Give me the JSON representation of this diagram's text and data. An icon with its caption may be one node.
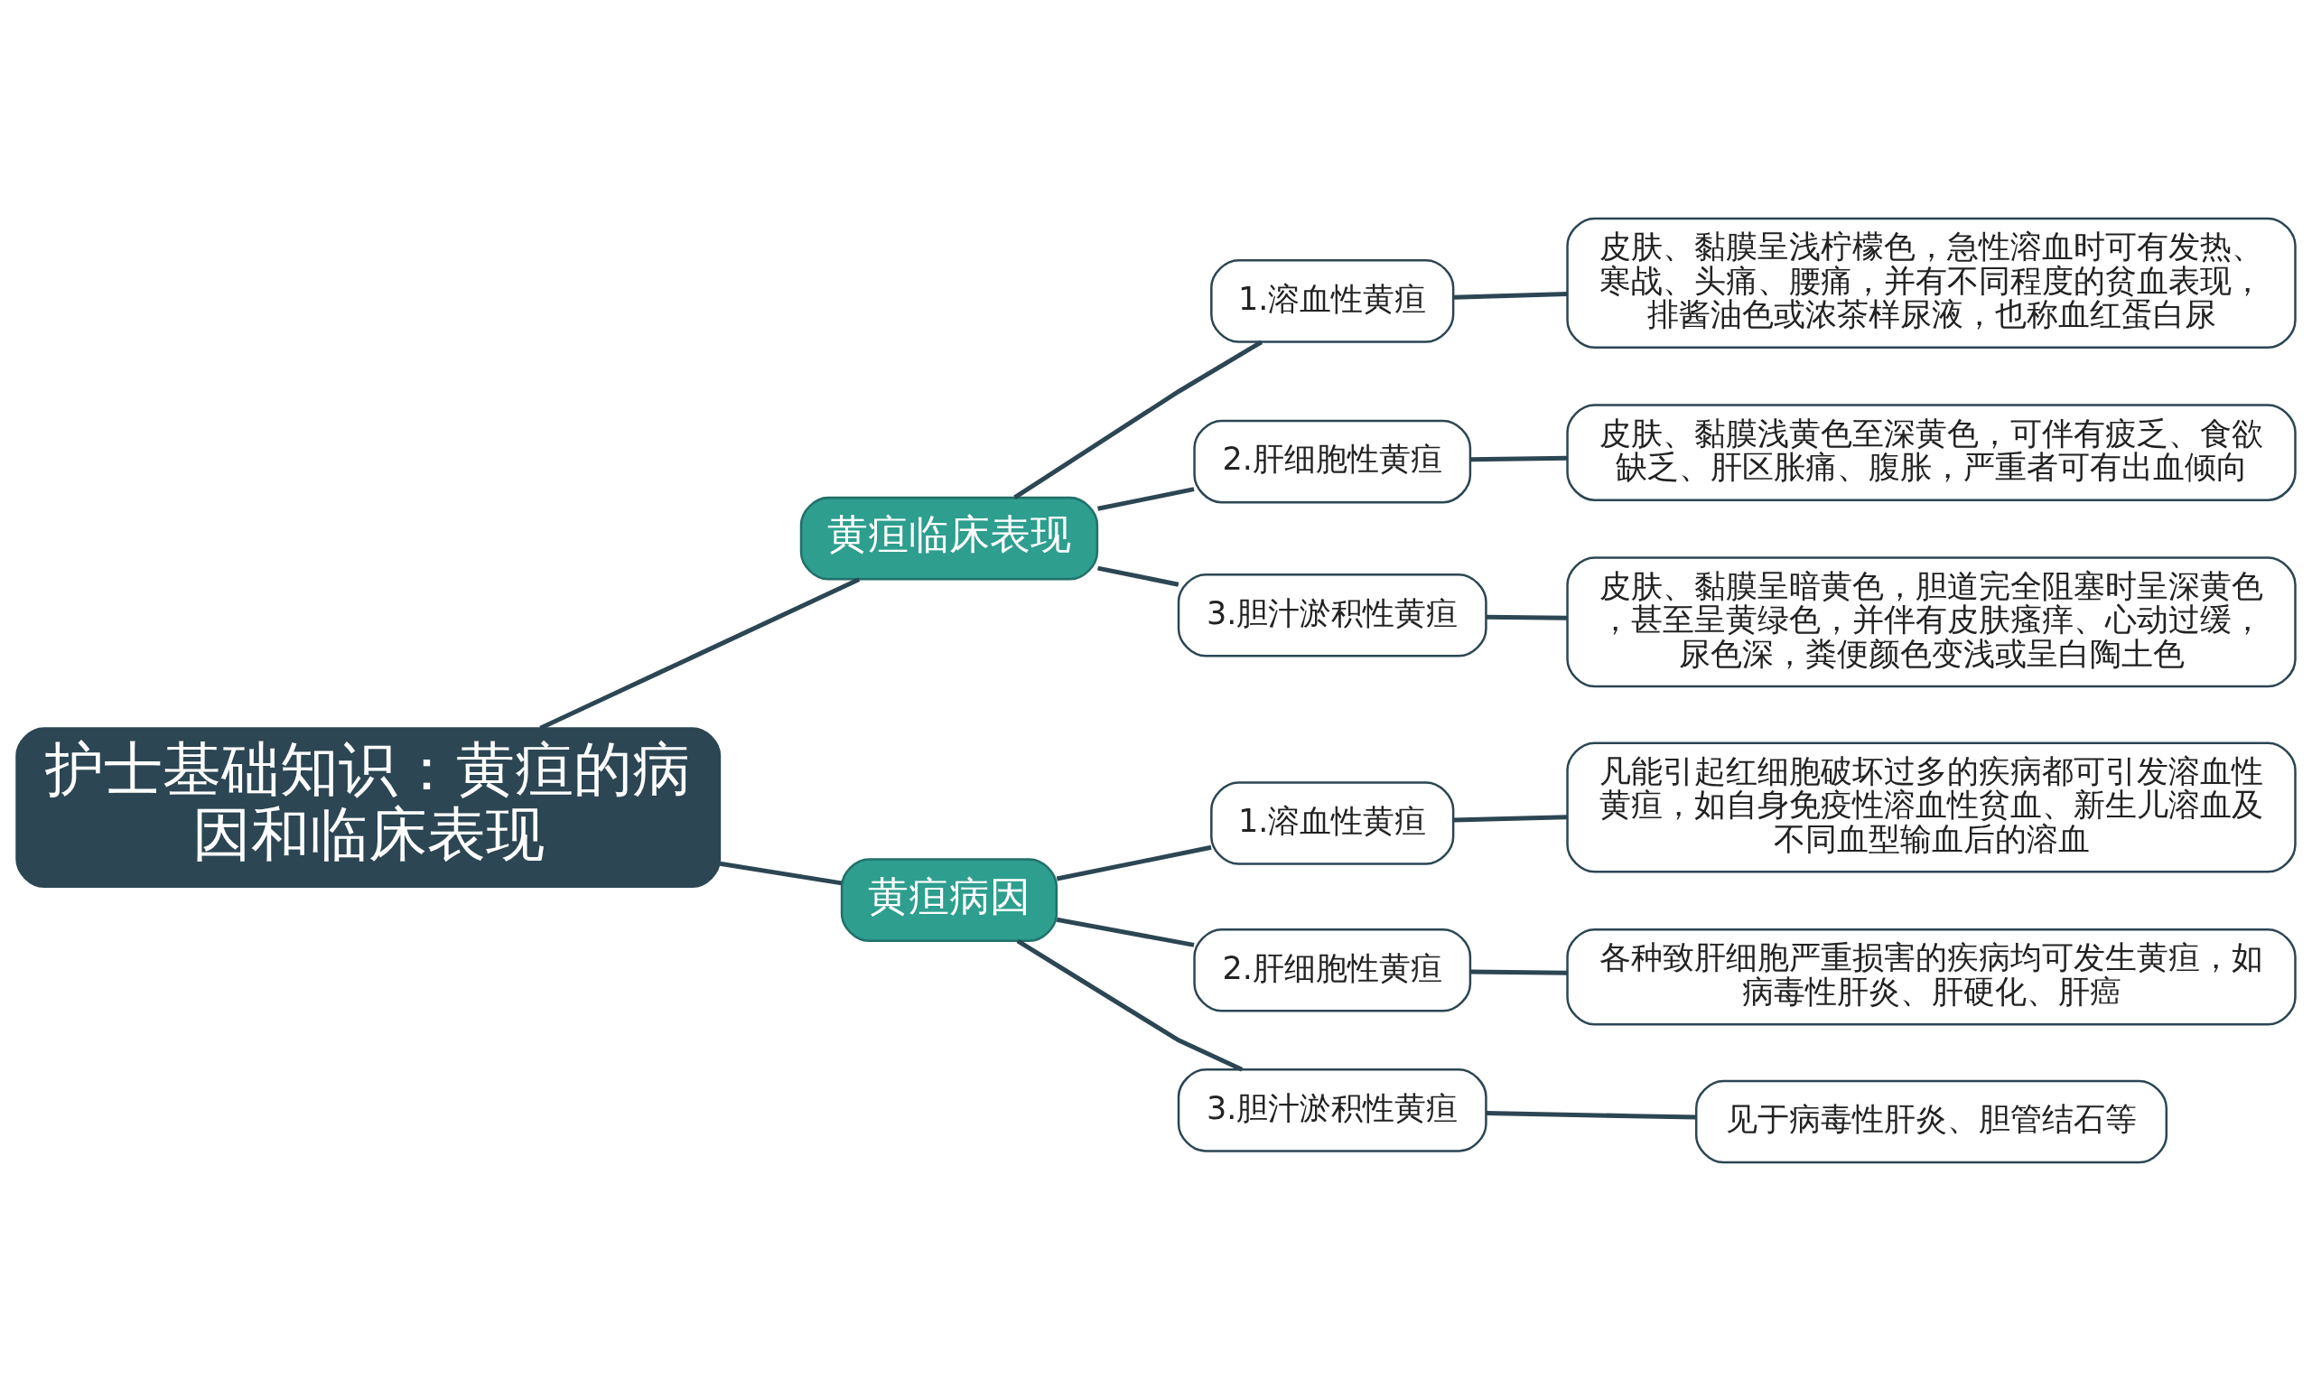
{
  "diagram": {
    "nodes": [
      {
        "text": [
          "护士基础知识：黄疸的病因和临床表现"
        ]
      },
      {
        "text": [
          "黄疸临床表现"
        ]
      },
      {
        "text": [
          "1.溶血性黄疸"
        ]
      },
      {
        "text": [
          "皮肤、黏膜呈浅柠檬色，急性溶血时可有发热、寒战、头痛、腰痛，并有不同程度的贫血表现，排酱油色或浓茶样尿液，也称血红蛋白尿"
        ]
      },
      {
        "text": [
          "2.肝细胞性黄疸"
        ]
      },
      {
        "text": [
          "皮肤、黏膜浅黄色至深黄色，可伴有疲乏、食欲缺乏、肝区胀痛、腹胀，严重者可有出血倾向"
        ]
      },
      {
        "text": [
          "3.胆汁淤积性黄疸"
        ]
      },
      {
        "text": [
          "皮肤、黏膜呈暗黄色，胆道完全阻塞时呈深黄色，甚至呈黄绿色，并伴有皮肤瘙痒、心动过缓，尿色深，粪便颜色变浅或呈白陶土色"
        ]
      },
      {
        "text": [
          "黄疸病因"
        ]
      },
      {
        "text": [
          "1.溶血性黄疸"
        ]
      },
      {
        "text": [
          "凡能引起红细胞破坏过多的疾病都可引发溶血性黄疸，如自身免疫性溶血性贫血、新生儿溶血及不同血型输血后的溶血"
        ]
      },
      {
        "text": [
          "2.肝细胞性黄疸"
        ]
      },
      {
        "text": [
          "各种致肝细胞严重损害的疾病均可发生黄疸，如病毒性肝炎、肝硬化、肝癌"
        ]
      },
      {
        "text": [
          "3.胆汁淤积性黄疸"
        ]
      },
      {
        "text": [
          "见于病毒性肝炎、胆管结石等"
        ]
      }
    ],
    "edges": [
      {
        "from": 0,
        "to": 1,
        "arrow": "none"
      },
      {
        "from": 1,
        "to": 2,
        "arrow": "none"
      },
      {
        "from": 2,
        "to": 3,
        "arrow": "none"
      },
      {
        "from": 1,
        "to": 4,
        "arrow": "none"
      },
      {
        "from": 4,
        "to": 5,
        "arrow": "none"
      },
      {
        "from": 1,
        "to": 6,
        "arrow": "none"
      },
      {
        "from": 6,
        "to": 7,
        "arrow": "none"
      },
      {
        "from": 0,
        "to": 8,
        "arrow": "none"
      },
      {
        "from": 8,
        "to": 9,
        "arrow": "none"
      },
      {
        "from": 9,
        "to": 10,
        "arrow": "none"
      },
      {
        "from": 8,
        "to": 11,
        "arrow": "none"
      },
      {
        "from": 11,
        "to": 12,
        "arrow": "none"
      },
      {
        "from": 8,
        "to": 13,
        "arrow": "none"
      },
      {
        "from": 13,
        "to": 14,
        "arrow": "none"
      }
    ]
  }
}
